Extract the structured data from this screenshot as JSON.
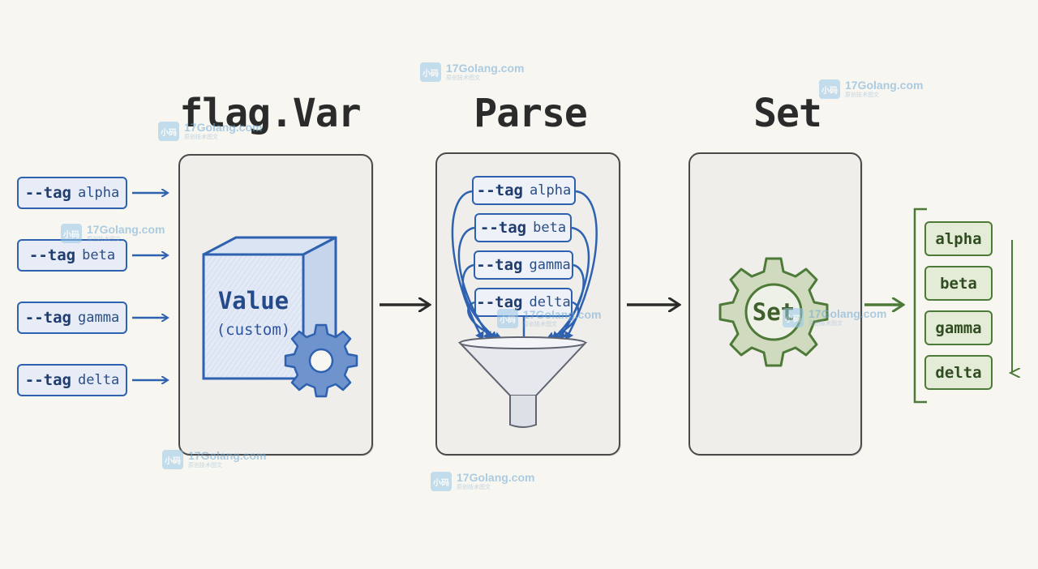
{
  "titles": {
    "stage1": "flag.Var",
    "stage2": "Parse",
    "stage3": "Set"
  },
  "input_flags": [
    {
      "key": "--tag",
      "value": "alpha"
    },
    {
      "key": "--tag",
      "value": "beta"
    },
    {
      "key": "--tag",
      "value": "gamma"
    },
    {
      "key": "--tag",
      "value": "delta"
    }
  ],
  "value_box": {
    "label": "Value",
    "sublabel": "(custom)"
  },
  "parse_flags": [
    {
      "key": "--tag",
      "value": "alpha"
    },
    {
      "key": "--tag",
      "value": "beta"
    },
    {
      "key": "--tag",
      "value": "gamma"
    },
    {
      "key": "--tag",
      "value": "delta"
    }
  ],
  "set_gear": {
    "label": "Set"
  },
  "results": [
    "alpha",
    "beta",
    "gamma",
    "delta"
  ],
  "watermark": {
    "site": "17Golang.com",
    "sub": "原创技术图文",
    "logo": "小码"
  },
  "colors": {
    "blue": "#2e62b0",
    "green": "#4e7a38",
    "ink": "#2b2b2b",
    "panel": "#efeeeb"
  }
}
